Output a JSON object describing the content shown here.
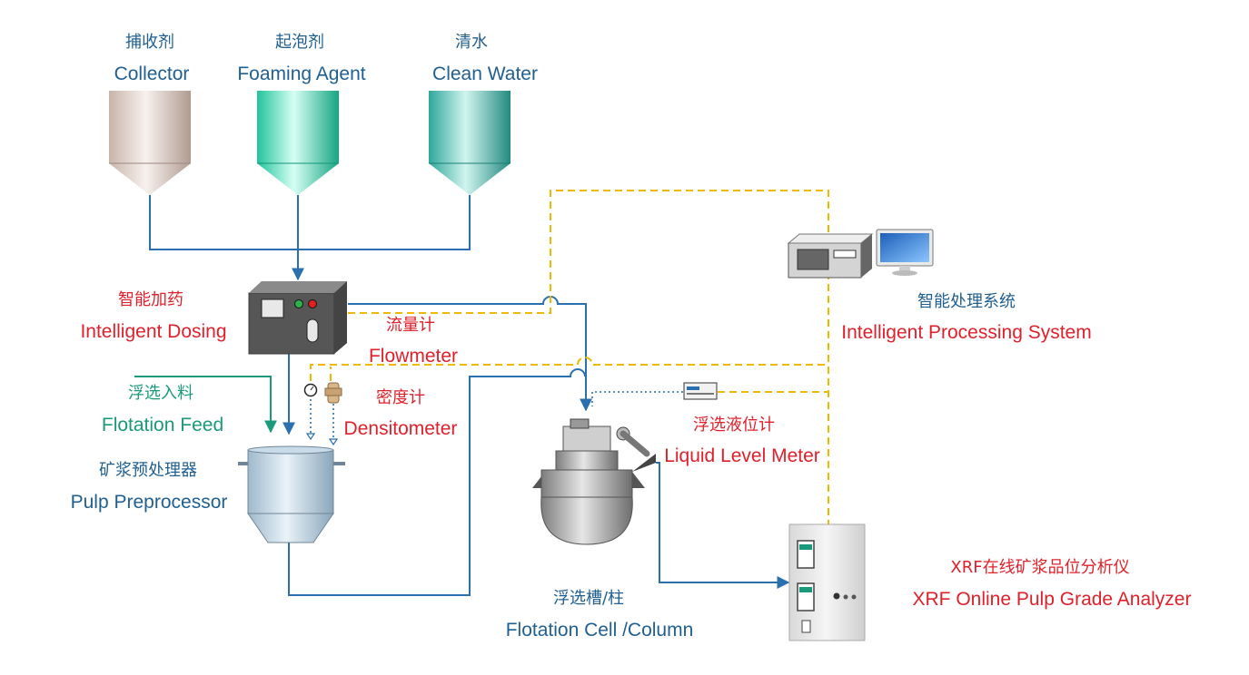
{
  "colors": {
    "label_blue": "#1f5f91",
    "label_red": "#e0202a",
    "label_teal": "#1a9a7a",
    "pipe_blue": "#2a6fb0",
    "signal_yellow": "#f0b800",
    "signal_dotted_blue": "#2a6fb0"
  },
  "tanks": [
    {
      "label_zh": "捕收剂",
      "label_en": "Collector",
      "color_top": "#e8d9d2",
      "color_mid": "#f6f0ec",
      "color_dark": "#b9a49a"
    },
    {
      "label_zh": "起泡剂",
      "label_en": "Foaming Agent",
      "color_top": "#3fd8b4",
      "color_mid": "#c9fbef",
      "color_dark": "#1fae8c"
    },
    {
      "label_zh": "清水",
      "label_en": "Clean Water",
      "color_top": "#44b9ad",
      "color_mid": "#c3efe8",
      "color_dark": "#2a9288"
    }
  ],
  "dosing": {
    "label_zh": "智能加药",
    "label_en": "Intelligent Dosing"
  },
  "flowmeter": {
    "label_zh": "流量计",
    "label_en": "Flowmeter"
  },
  "densitometer": {
    "label_zh": "密度计",
    "label_en": "Densitometer"
  },
  "feed": {
    "label_zh": "浮选入料",
    "label_en": "Flotation Feed"
  },
  "preprocessor": {
    "label_zh": "矿浆预处理器",
    "label_en": "Pulp Preprocessor"
  },
  "cell": {
    "label_zh": "浮选槽/柱",
    "label_en": "Flotation Cell /Column"
  },
  "level_meter": {
    "label_zh": "浮选液位计",
    "label_en": "Liquid Level Meter"
  },
  "processing": {
    "label_zh": "智能处理系统",
    "label_en": "Intelligent Processing System"
  },
  "xrf": {
    "label_zh": "XRF在线矿浆品位分析仪",
    "label_en": "XRF Online Pulp Grade Analyzer"
  }
}
